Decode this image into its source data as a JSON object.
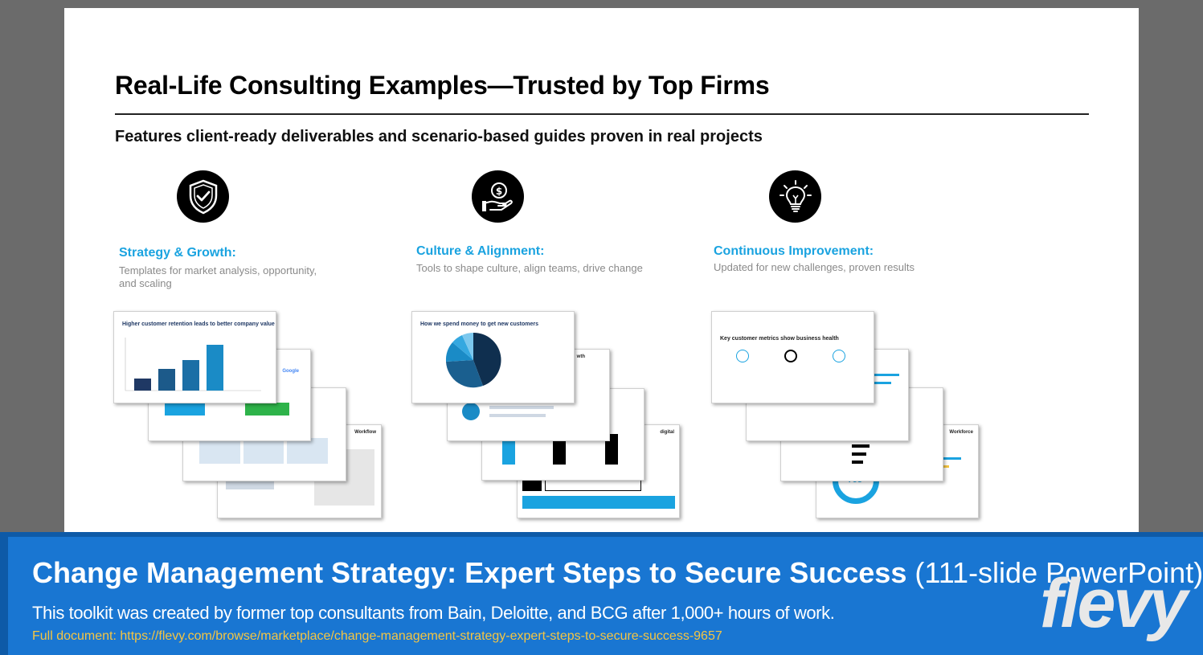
{
  "slide": {
    "title": "Real-Life Consulting Examples—Trusted by Top Firms",
    "subtitle": "Features client-ready deliverables and scenario-based guides proven in real projects",
    "columns": [
      {
        "icon": "shield-check-icon",
        "heading": "Strategy & Growth:",
        "description": "Templates for market analysis, opportunity, and scaling"
      },
      {
        "icon": "hand-dollar-icon",
        "heading": "Culture & Alignment:",
        "description": "Tools to shape culture, align teams, drive change"
      },
      {
        "icon": "lightbulb-icon",
        "heading": "Continuous Improvement:",
        "description": "Updated for new challenges, proven results"
      }
    ],
    "thumbnails": {
      "retention": "Higher customer retention leads to better company value",
      "google": "Google",
      "spend": "How we spend money to get new customers",
      "growth": "wth",
      "digital": "digital",
      "metrics": "Key customer metrics show business health",
      "workforce": "Workforce",
      "yes": "Yes",
      "workflow": "Workflow"
    }
  },
  "banner": {
    "title_bold": "Change Management Strategy: Expert Steps to Secure Success",
    "title_light": " (111-slide PowerPoint)",
    "description": "This toolkit was created by former top consultants from Bain, Deloitte, and BCG after 1,000+ hours of work.",
    "link": "Full document: https://flevy.com/browse/marketplace/change-management-strategy-expert-steps-to-secure-success-9657",
    "brand": "flevy"
  },
  "colors": {
    "accent": "#1aa3e0",
    "banner": "#1976d2",
    "link": "#f5c542"
  }
}
